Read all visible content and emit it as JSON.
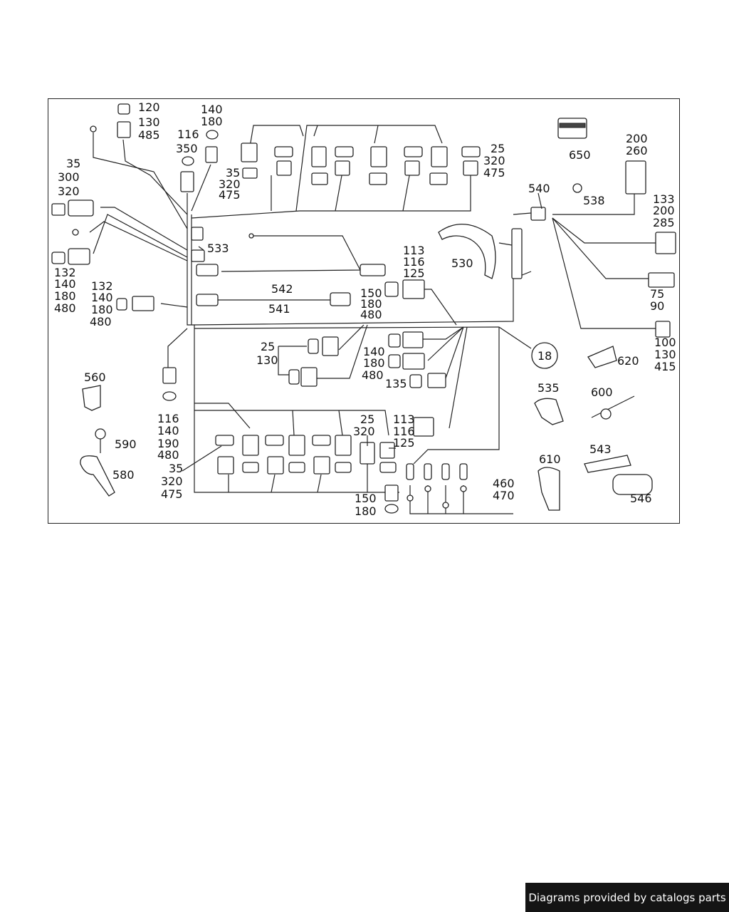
{
  "footer": {
    "text": "Diagrams provided by catalogs parts"
  },
  "labels": {
    "c120": "120",
    "c130": "130",
    "c485": "485",
    "c140a": "140",
    "c180a": "180",
    "c116a": "116",
    "c350": "350",
    "c35a": "35",
    "c300": "300",
    "c320a": "320",
    "c132a": "132",
    "c140b": "140",
    "c180b": "180",
    "c480a": "480",
    "c132b": "132",
    "c140c": "140",
    "c180c": "180",
    "c480b": "480",
    "c35b": "35",
    "c320b": "320",
    "c475a": "475",
    "c533": "533",
    "c542": "542",
    "c541": "541",
    "c25a": "25",
    "c320c": "320",
    "c475b": "475",
    "c650": "650",
    "c200a": "200",
    "c260": "260",
    "c540": "540",
    "c538": "538",
    "c133": "133",
    "c200b": "200",
    "c285": "285",
    "c113a": "113",
    "c116b": "116",
    "c125a": "125",
    "c530": "530",
    "c150a": "150",
    "c180d": "180",
    "c480c": "480",
    "c75": "75",
    "c90": "90",
    "c25b": "25",
    "c130b": "130",
    "c140d": "140",
    "c180e": "180",
    "c480d": "480",
    "c135": "135",
    "c18": "18",
    "c620": "620",
    "c100": "100",
    "c130c": "130",
    "c415": "415",
    "c560": "560",
    "c535": "535",
    "c600": "600",
    "c116c": "116",
    "c140e": "140",
    "c190": "190",
    "c480e": "480",
    "c25c": "25",
    "c320d": "320",
    "c113b": "113",
    "c116d": "116",
    "c125b": "125",
    "c590": "590",
    "c580": "580",
    "c35c": "35",
    "c320e": "320",
    "c475c": "475",
    "c610": "610",
    "c543": "543",
    "c546": "546",
    "c150b": "150",
    "c180f": "180",
    "c460": "460",
    "c470": "470"
  }
}
